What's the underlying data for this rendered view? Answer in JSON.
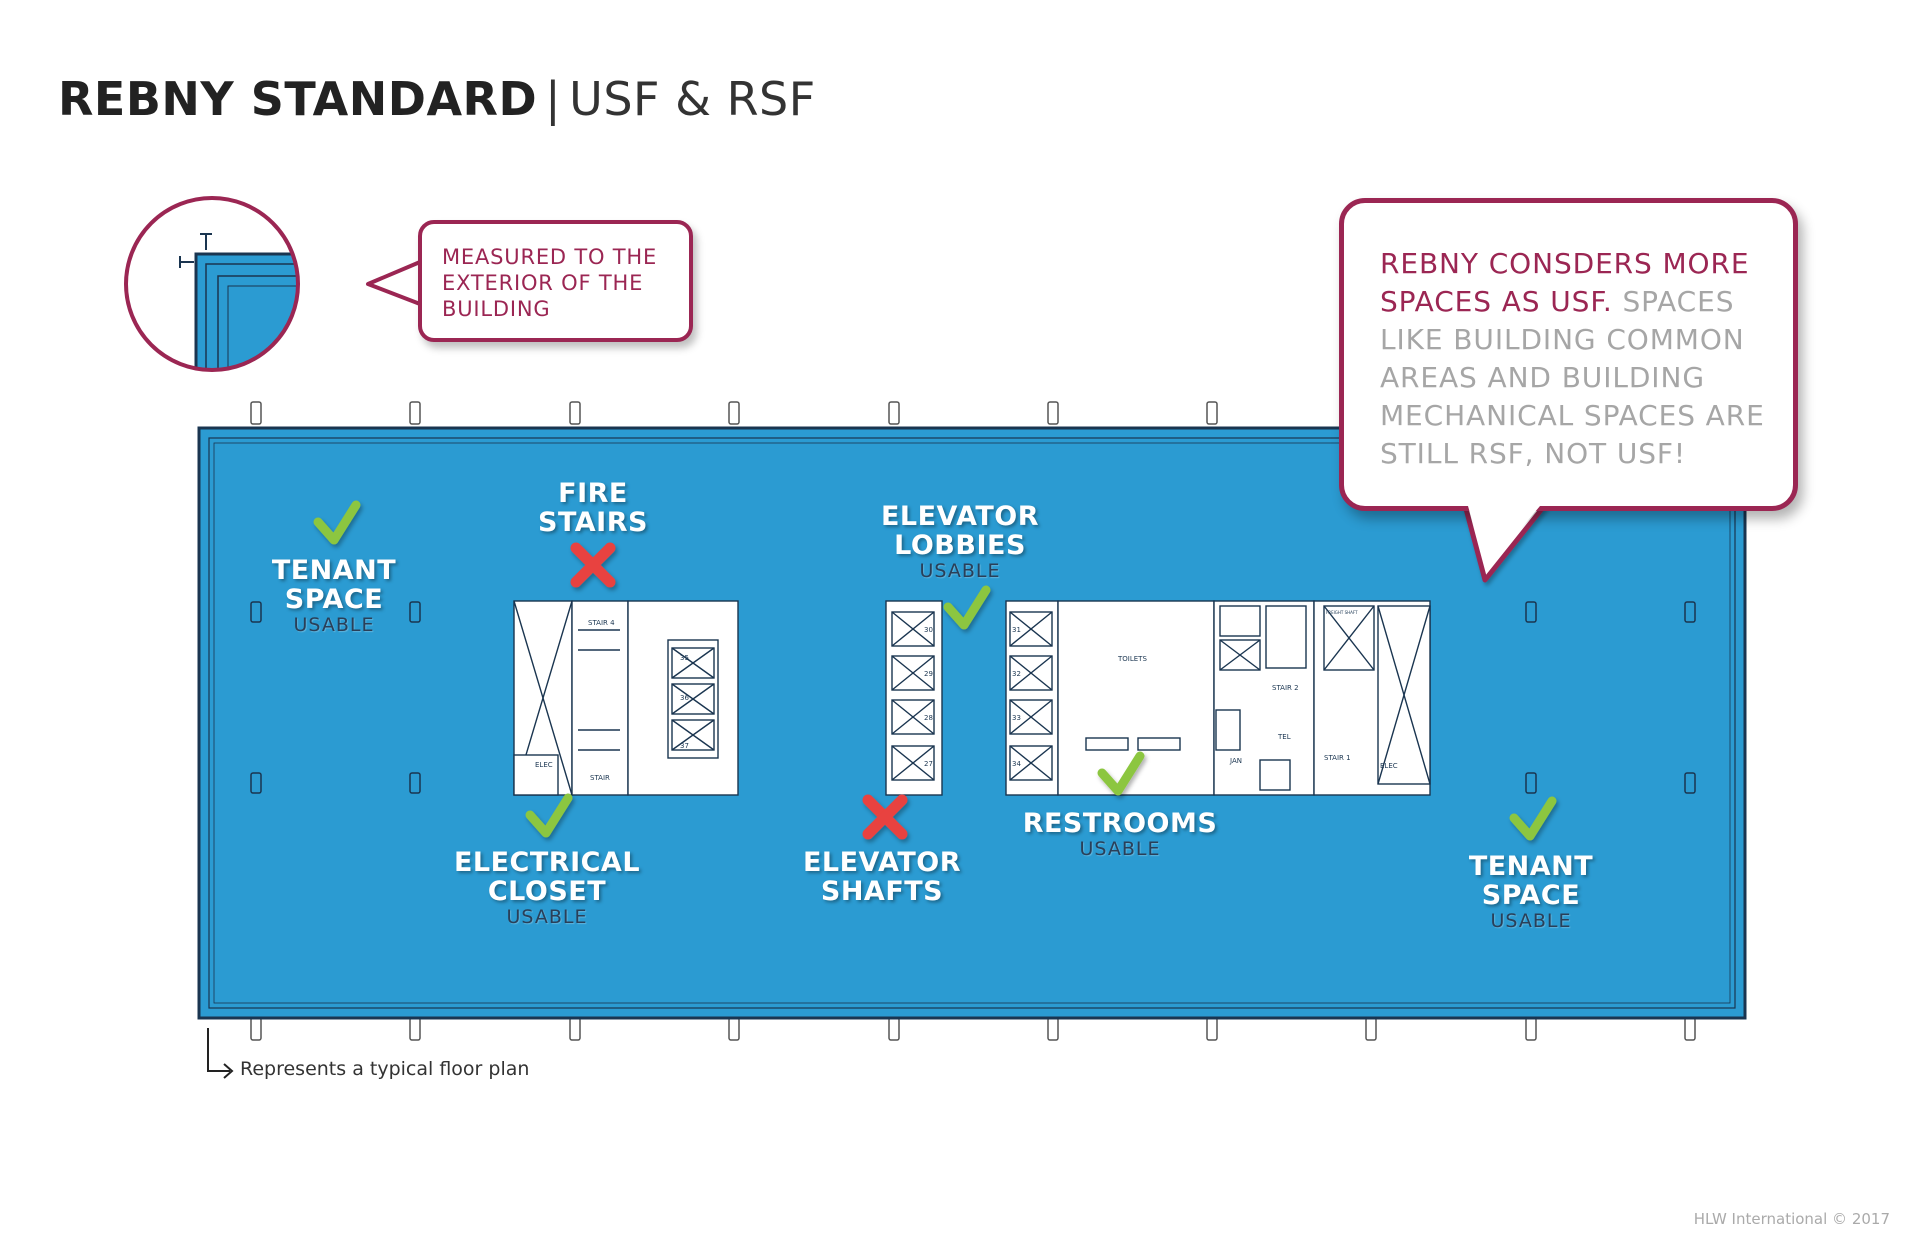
{
  "title": {
    "bold": "REBNY STANDARD",
    "separator": "|",
    "light": "USF & RSF"
  },
  "callouts": {
    "measured": "MEASURED TO THE EXTERIOR OF THE BUILDING",
    "rebny_highlight": "REBNY CONSDERS MORE SPACES AS USF.",
    "rebny_rest": " SPACES LIKE BUILDING COMMON AREAS AND BUILDING MECHANICAL SPACES ARE STILL RSF, NOT USF!"
  },
  "labels": {
    "tenant_left": {
      "line1": "TENANT",
      "line2": "SPACE",
      "sub": "USABLE",
      "mark": "check"
    },
    "fire_stairs": {
      "line1": "FIRE",
      "line2": "STAIRS",
      "mark": "cross"
    },
    "elevator_lobbies": {
      "line1": "ELEVATOR",
      "line2": "LOBBIES",
      "sub": "USABLE",
      "mark": "check"
    },
    "electrical_closet": {
      "line1": "ELECTRICAL",
      "line2": "CLOSET",
      "sub": "USABLE",
      "mark": "check"
    },
    "elevator_shafts": {
      "line1": "ELEVATOR",
      "line2": "SHAFTS",
      "mark": "cross"
    },
    "restrooms": {
      "line1": "RESTROOMS",
      "sub": "USABLE",
      "mark": "check"
    },
    "tenant_right": {
      "line1": "TENANT",
      "line2": "SPACE",
      "sub": "USABLE",
      "mark": "check"
    }
  },
  "core_labels": {
    "stair4": "STAIR 4",
    "stair": "STAIR",
    "elec_left": "ELEC",
    "elev_left": [
      "35",
      "36",
      "37"
    ],
    "elev_mid_left": [
      "30",
      "29",
      "28",
      "27"
    ],
    "elev_mid_right": [
      "31",
      "32",
      "33",
      "34"
    ],
    "toilets": "TOILETS",
    "stair2": "STAIR 2",
    "jan": "JAN",
    "tel": "TEL",
    "stair1": "STAIR 1",
    "elec_right": "ELEC",
    "shaft": "FREIGHT SHAFT"
  },
  "footnote": "Represents a typical floor plan",
  "copyright": "HLW International © 2017",
  "colors": {
    "floor_blue": "#2b9bd2",
    "accent": "#9b2653",
    "check_green": "#8cc63f",
    "cross_red": "#e8423f"
  }
}
